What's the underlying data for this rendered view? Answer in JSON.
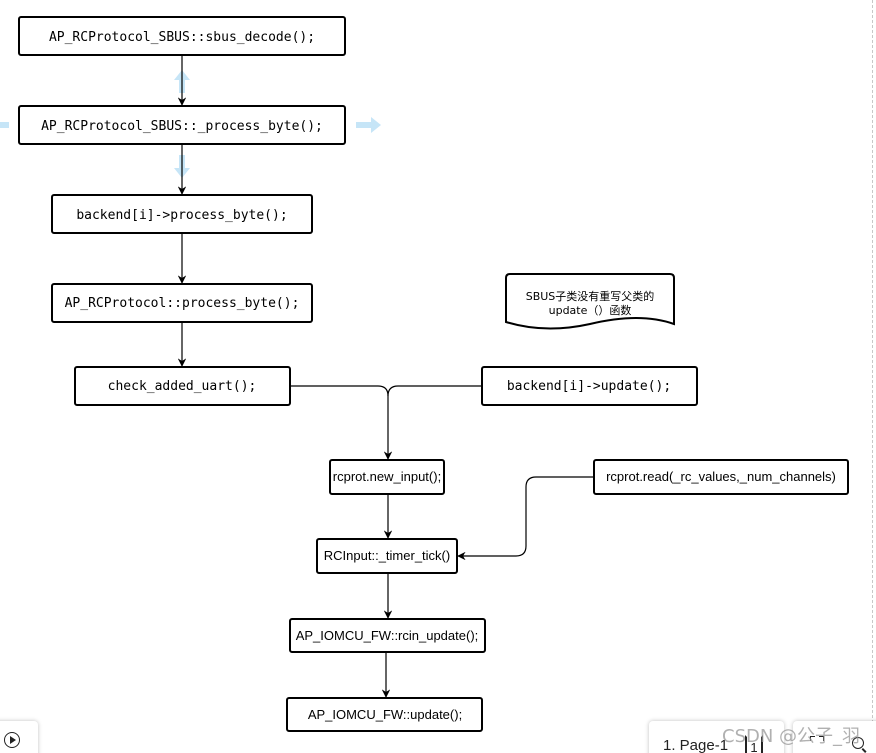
{
  "nodes": {
    "sbus_decode": "AP_RCProtocol_SBUS::sbus_decode();",
    "sbus_process_byte": "AP_RCProtocol_SBUS::_process_byte();",
    "backend_process_byte": "backend[i]->process_byte();",
    "rcprotocol_process_byte": "AP_RCProtocol::process_byte();",
    "check_added_uart": "check_added_uart();",
    "backend_update": "backend[i]->update();",
    "new_input": "rcprot.new_input();",
    "rcprot_read": "rcprot.read(_rc_values,_num_channels)",
    "timer_tick": "RCInput::_timer_tick()",
    "rcin_update": "AP_IOMCU_FW::rcin_update();",
    "iomcu_update": "AP_IOMCU_FW::update();"
  },
  "note": {
    "line1": "SBUS子类没有重写父类的",
    "line2": "update（）函数"
  },
  "toolbar": {
    "page_label": "1. Page-1",
    "page_number": "1"
  },
  "watermark": "CSDN @公子_羽",
  "colors": {
    "node_border": "#000000",
    "edge": "#000000",
    "hover_arrow": "#c6e5f7",
    "note_fill": "#ffffff"
  },
  "icons": [
    "play-icon",
    "fullscreen-icon",
    "zoom-icon"
  ]
}
